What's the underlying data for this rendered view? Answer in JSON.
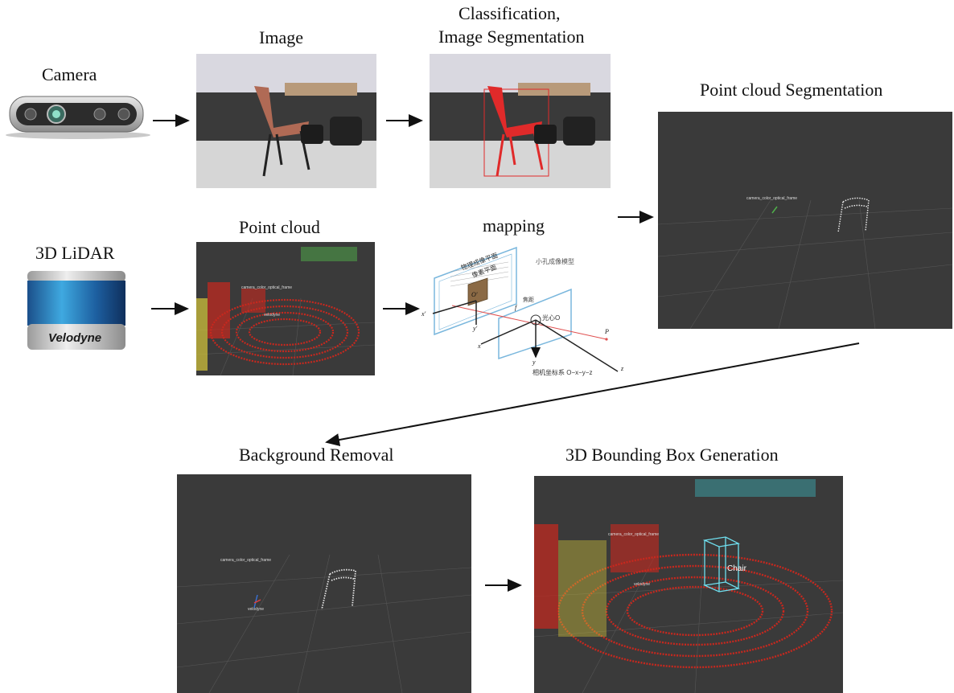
{
  "labels": {
    "camera": "Camera",
    "image": "Image",
    "classification_line1": "Classification,",
    "classification_line2": "Image Segmentation",
    "point_cloud_segmentation": "Point cloud Segmentation",
    "lidar": "3D LiDAR",
    "point_cloud": "Point cloud",
    "mapping": "mapping",
    "background_removal": "Background Removal",
    "bbox_generation": "3D Bounding Box Generation"
  },
  "device_text": {
    "velodyne_logo": "Velodyne"
  },
  "panel_text": {
    "camera_frame": "camera_color_optical_frame",
    "velodyne": "velodyne",
    "chair": "Chair"
  },
  "mapping_text": {
    "physical_plane": "物理成像平面",
    "pixel_plane": "像素平面",
    "pinhole_model": "小孔成像模型",
    "optical_center": "光心O",
    "focal": "焦距",
    "camera_coords": "相机坐标系 O−x−y−z",
    "axis_x_prime": "x'",
    "axis_y_prime": "y'",
    "axis_x": "x",
    "axis_y": "y",
    "axis_z": "z",
    "point_p": "P",
    "point_o_prime": "O'",
    "f": "f"
  },
  "colors": {
    "rviz_bg": "#3a3a3a",
    "lidar_red": "#c8281e",
    "lidar_yellow": "#d7c83a",
    "lidar_green": "#4fb04a",
    "lidar_cyan": "#3cc0c8",
    "bbox_cyan": "#6fe0f0",
    "seg_red": "#e02a2a",
    "plane_blue": "#7ab7dd"
  }
}
